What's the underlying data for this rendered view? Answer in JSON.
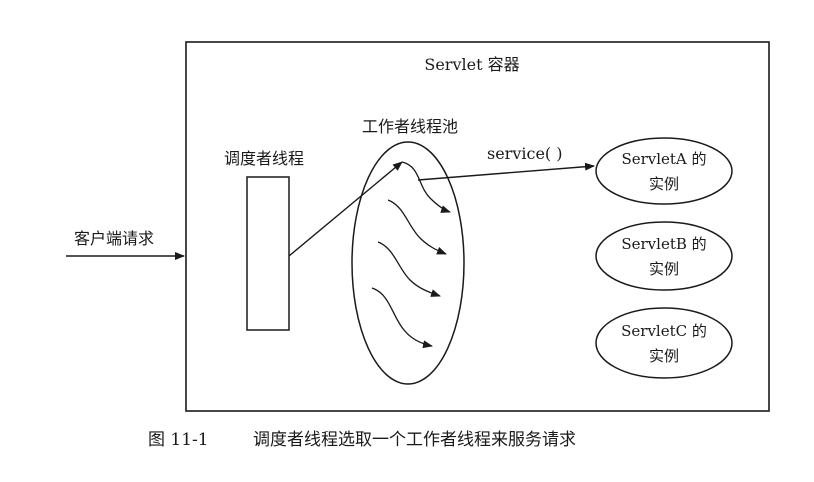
{
  "container": {
    "title": "Servlet 容器"
  },
  "request_label": "客户端请求",
  "dispatcher_label": "调度者线程",
  "pool_label": "工作者线程池",
  "service_label": "service( )",
  "instances": [
    {
      "name": "ServletA 的",
      "sub": "实例"
    },
    {
      "name": "ServletB 的",
      "sub": "实例"
    },
    {
      "name": "ServletC 的",
      "sub": "实例"
    }
  ],
  "caption": {
    "number": "图 11-1",
    "text": "调度者线程选取一个工作者线程来服务请求"
  },
  "colors": {
    "stroke": "#1a1a1a",
    "background": "#ffffff"
  }
}
